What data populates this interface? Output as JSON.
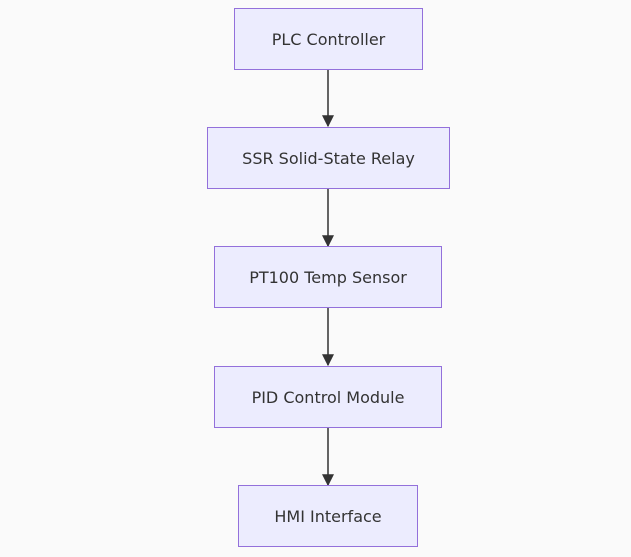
{
  "diagram": {
    "nodes": [
      {
        "id": "plc",
        "label": "PLC Controller"
      },
      {
        "id": "ssr",
        "label": "SSR Solid-State Relay"
      },
      {
        "id": "pt100",
        "label": "PT100 Temp Sensor"
      },
      {
        "id": "pid",
        "label": "PID Control Module"
      },
      {
        "id": "hmi",
        "label": "HMI Interface"
      }
    ],
    "edges": [
      {
        "from": "plc",
        "to": "ssr"
      },
      {
        "from": "ssr",
        "to": "pt100"
      },
      {
        "from": "pt100",
        "to": "pid"
      },
      {
        "from": "pid",
        "to": "hmi"
      }
    ],
    "colors": {
      "node_fill": "#ececfe",
      "node_border": "#9370db",
      "edge": "#333333",
      "text": "#333333",
      "background": "#fafafa"
    }
  }
}
